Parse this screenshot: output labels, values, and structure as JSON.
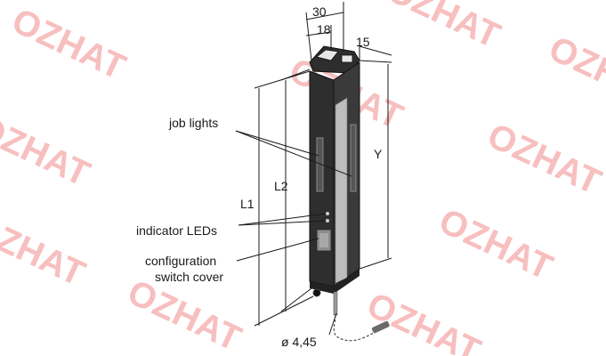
{
  "watermark": {
    "text": "OZHAT",
    "color": "#f08080"
  },
  "dimensions": {
    "width_total": "30",
    "width_inner": "18",
    "depth": "15",
    "length_l1": "L1",
    "length_l2": "L2",
    "length_y": "Y",
    "cable_diameter": "ø 4,45"
  },
  "callouts": {
    "job_lights": "job lights",
    "indicator_leds": "indicator LEDs",
    "config_line1": "configuration",
    "config_line2": "switch cover"
  },
  "colors": {
    "housing_dark": "#2e2e2e",
    "housing_light": "#bdbdbd",
    "line": "#1a1a1a"
  }
}
